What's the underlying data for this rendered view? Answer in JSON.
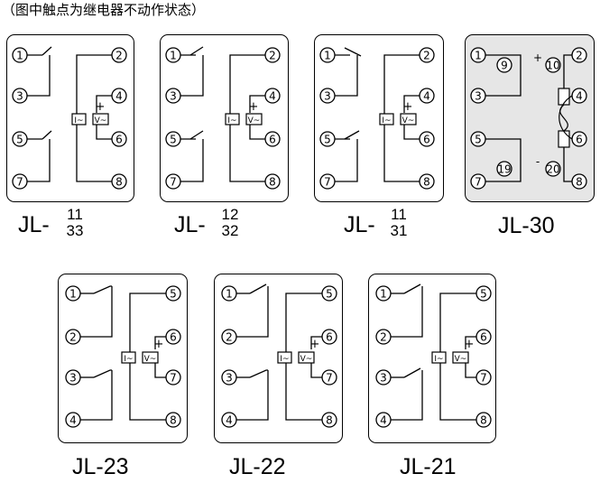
{
  "note": "（图中触点为继电器不动作状态）",
  "relays": [
    {
      "id": "jl33",
      "model": "JL-",
      "sup": "11",
      "sub": "33",
      "pins": [
        "1",
        "2",
        "3",
        "4",
        "5",
        "6",
        "7",
        "8"
      ]
    },
    {
      "id": "jl32",
      "model": "JL-",
      "sup": "12",
      "sub": "32",
      "pins": [
        "1",
        "2",
        "3",
        "4",
        "5",
        "6",
        "7",
        "8"
      ]
    },
    {
      "id": "jl31",
      "model": "JL-",
      "sup": "11",
      "sub": "31",
      "pins": [
        "1",
        "2",
        "3",
        "4",
        "5",
        "6",
        "7",
        "8"
      ]
    },
    {
      "id": "jl30",
      "model": "JL-30",
      "pins": [
        "1",
        "9",
        "3",
        "5",
        "19",
        "7",
        "2",
        "4",
        "6",
        "8",
        "10",
        "20"
      ],
      "plus": "+",
      "minus": "-"
    },
    {
      "id": "jl23",
      "model": "JL-23",
      "pins": [
        "1",
        "2",
        "3",
        "4",
        "5",
        "6",
        "7",
        "8"
      ]
    },
    {
      "id": "jl22",
      "model": "JL-22",
      "pins": [
        "1",
        "2",
        "3",
        "4",
        "5",
        "6",
        "7",
        "8"
      ]
    },
    {
      "id": "jl21",
      "model": "JL-21",
      "pins": [
        "1",
        "2",
        "3",
        "4",
        "5",
        "6",
        "7",
        "8"
      ]
    }
  ],
  "labels": {
    "current": "I~",
    "voltage": "V~",
    "plus": "+"
  }
}
